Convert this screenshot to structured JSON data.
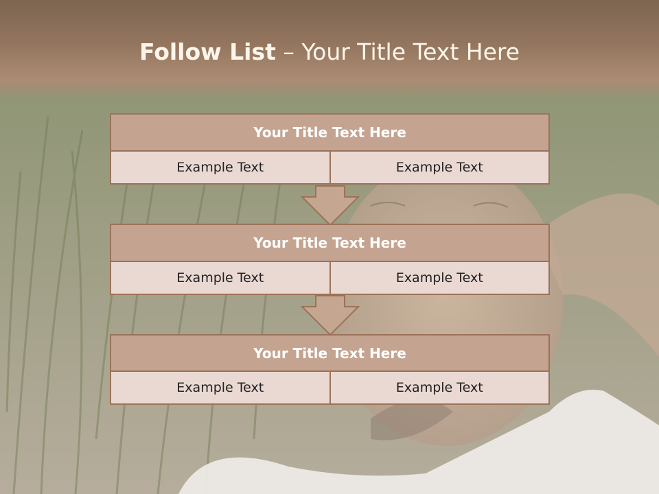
{
  "slide": {
    "title_bold": "Follow List",
    "title_rest": " – Your Title Text Here"
  },
  "blocks": [
    {
      "title": "Your Title Text Here",
      "left": "Example Text",
      "right": "Example Text"
    },
    {
      "title": "Your Title Text Here",
      "left": "Example Text",
      "right": "Example Text"
    },
    {
      "title": "Your Title Text Here",
      "left": "Example Text",
      "right": "Example Text"
    }
  ],
  "colors": {
    "header": "#c4a490",
    "border": "#9b7258",
    "cell": "#ead9d3",
    "arrow": "#c5a690"
  }
}
